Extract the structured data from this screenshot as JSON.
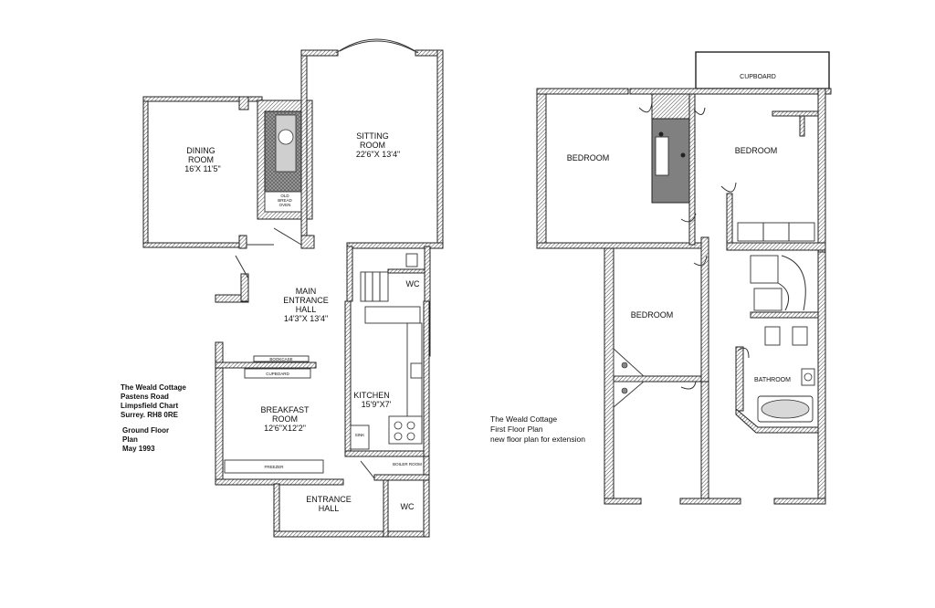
{
  "ground_floor": {
    "dining_room": {
      "name": "DINING",
      "name2": "ROOM",
      "size": "16'X 11'5\""
    },
    "sitting_room": {
      "name": "SITTING",
      "name2": "ROOM",
      "size": "22'6\"X 13'4\""
    },
    "main_entrance_hall": {
      "name": "MAIN",
      "name2": "ENTRANCE",
      "name3": "HALL",
      "size": "14'3\"X 13'4\""
    },
    "wc_upper": "WC",
    "kitchen": {
      "name": "KITCHEN",
      "size": "15'9\"X7'"
    },
    "breakfast_room": {
      "name": "BREAKFAST",
      "name2": "ROOM",
      "size": "12'6\"X12'2\""
    },
    "entrance_hall": {
      "name": "ENTRANCE",
      "name2": "HALL"
    },
    "wc_lower": "WC",
    "bread_oven": {
      "l1": "OLD",
      "l2": "BREAD",
      "l3": "OVEN"
    },
    "bookcase": "BOOKCASE",
    "cupboard": "CUPBOARD",
    "freezer": "FREEZER",
    "boiler_room": "BOILER ROOM",
    "sink": "SINK"
  },
  "ground_notes": {
    "line1": "The Weald Cottage",
    "line2": "Pastens Road",
    "line3": "Limpsfield Chart",
    "line4": "Surrey. RH8 0RE",
    "line5": "Ground Floor",
    "line6": "Plan",
    "line7": "May 1993"
  },
  "first_floor": {
    "cupboard": "CUPBOARD",
    "bedroom_left": "BEDROOM",
    "bedroom_right": "BEDROOM",
    "bedroom_lower": "BEDROOM",
    "bathroom": "BATHROOM"
  },
  "first_notes": {
    "line1": "The Weald Cottage",
    "line2": "First Floor Plan",
    "line3": "new floor plan for extension"
  }
}
